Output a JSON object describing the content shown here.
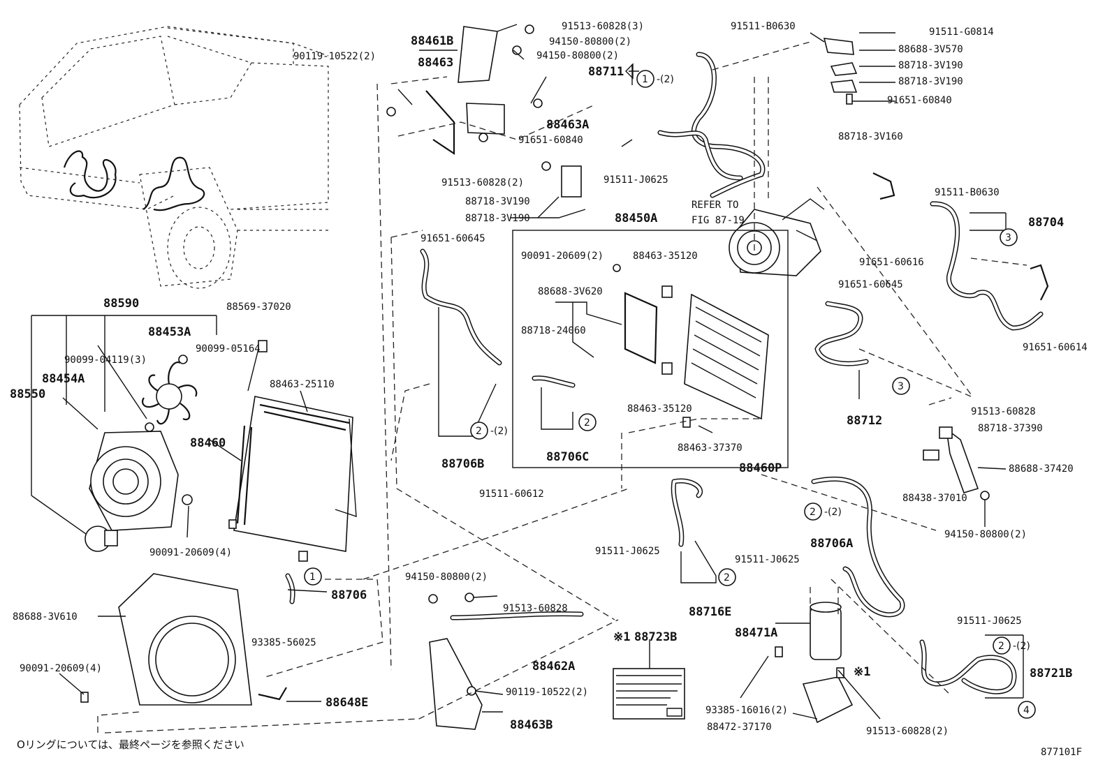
{
  "diagram": {
    "figure_code": "877101F",
    "footnote": "Oリングについては、最終ページを参照ください",
    "refer_to": "REFER TO",
    "refer_fig": "FIG 87-19",
    "asterisk_mark": "※1",
    "callouts": {
      "c1": "1",
      "c2": "2",
      "c3": "3",
      "c4": "4",
      "times2": "-(2)"
    },
    "labels": {
      "p88461B": "88461B",
      "p88463": "88463",
      "p90119_10522_2": "90119-10522(2)",
      "p91513_60828_3": "91513-60828(3)",
      "p94150_80800_2a": "94150-80800(2)",
      "p94150_80800_2b": "94150-80800(2)",
      "p88463A": "88463A",
      "p91651_60840a": "91651-60840",
      "p91513_60828_2a": "91513-60828(2)",
      "p88718_3V190a": "88718-3V190",
      "p88718_3V190b": "88718-3V190",
      "p91511_B0630a": "91511-B0630",
      "p88711": "88711",
      "p91511_J0625a": "91511-J0625",
      "p91511_G0814": "91511-G0814",
      "p88688_3V570": "88688-3V570",
      "p88718_3V190c": "88718-3V190",
      "p88718_3V190d": "88718-3V190",
      "p91651_60840b": "91651-60840",
      "p88718_3V160": "88718-3V160",
      "p91511_B0630b": "91511-B0630",
      "p88704": "88704",
      "p91651_60616": "91651-60616",
      "p91651_60645b": "91651-60645",
      "p91651_60614": "91651-60614",
      "p88712": "88712",
      "p91513_60828b": "91513-60828",
      "p88718_37390": "88718-37390",
      "p88688_37420": "88688-37420",
      "p88438_37010": "88438-37010",
      "p94150_80800_2c": "94150-80800(2)",
      "p88590": "88590",
      "p88453A": "88453A",
      "p88569_37020": "88569-37020",
      "p90099_04119_3": "90099-04119(3)",
      "p90099_05164": "90099-05164",
      "p88454A": "88454A",
      "p88550": "88550",
      "p88463_25110": "88463-25110",
      "p88460": "88460",
      "p90091_20609_4a": "90091-20609(4)",
      "p88706": "88706",
      "p93385_56025": "93385-56025",
      "p88688_3V610": "88688-3V610",
      "p90091_20609_4b": "90091-20609(4)",
      "p88648E": "88648E",
      "p91651_60645a": "91651-60645",
      "p88706B": "88706B",
      "p88450A": "88450A",
      "p90091_20609_2": "90091-20609(2)",
      "p88463_35120a": "88463-35120",
      "p88688_3V620": "88688-3V620",
      "p88718_24060": "88718-24060",
      "p88463_35120b": "88463-35120",
      "p88706C": "88706C",
      "p88463_37370": "88463-37370",
      "p88460P": "88460P",
      "p91511_60612": "91511-60612",
      "p91511_J0625b": "91511-J0625",
      "p88716E": "88716E",
      "p88706A": "88706A",
      "p91511_J0625c": "91511-J0625",
      "p94150_80800_2d": "94150-80800(2)",
      "p91513_60828c": "91513-60828",
      "p88462A": "88462A",
      "p88723B": "88723B",
      "p90119_10522_2b": "90119-10522(2)",
      "p88463B": "88463B",
      "p88471A": "88471A",
      "p93385_16016_2": "93385-16016(2)",
      "p88472_37170": "88472-37170",
      "p91513_60828_2b": "91513-60828(2)",
      "p91511_J0625d": "91511-J0625",
      "p88721B": "88721B"
    }
  }
}
